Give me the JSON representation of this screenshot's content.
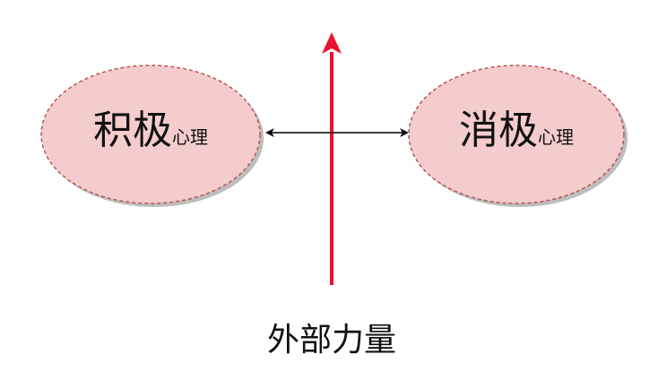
{
  "nodes": {
    "positive": {
      "main": "积极",
      "suffix": "心理"
    },
    "negative": {
      "main": "消极",
      "suffix": "心理"
    }
  },
  "force_label": "外部力量",
  "colors": {
    "ellipse_fill": "#f4cccc",
    "ellipse_border": "#b85450",
    "shadow": "#bdbdbd",
    "force_arrow": "#e8132f",
    "connector": "#000000"
  }
}
